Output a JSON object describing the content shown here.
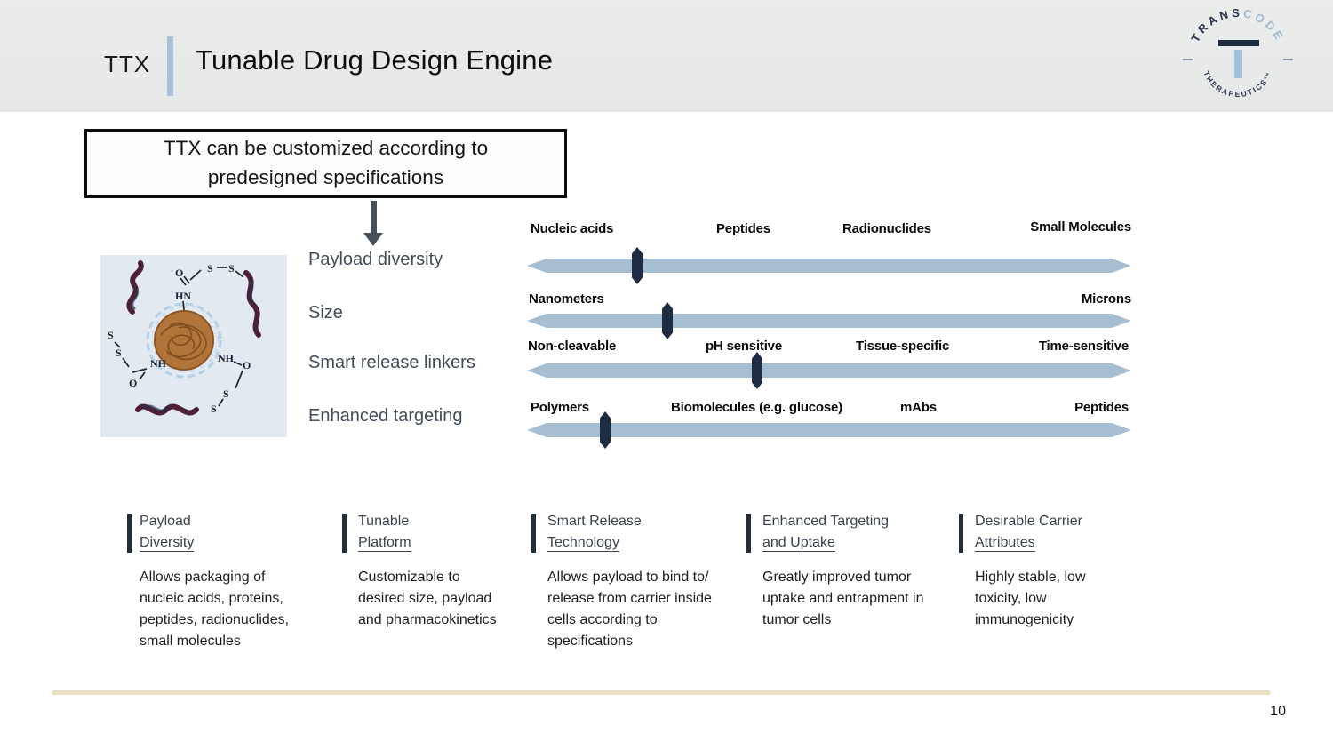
{
  "header": {
    "product_label": "TTX",
    "title": "Tunable Drug Design Engine"
  },
  "logo": {
    "name_part1": "TRANS",
    "name_part2": "CODE",
    "name_bottom": "THERAPEUTICS™"
  },
  "callout": {
    "text": "TTX can be customized according to predesigned specifications"
  },
  "attribute_labels": [
    "Payload diversity",
    "Size",
    "Smart release linkers",
    "Enhanced targeting"
  ],
  "sliders": [
    {
      "labels": [
        "Nucleic acids",
        "Peptides",
        "Radionuclides",
        "Small Molecules"
      ],
      "marker_percent": 18,
      "marker_style": "left:711px;top:278px"
    },
    {
      "labels": [
        "Nanometers",
        "Microns"
      ],
      "marker_percent": 23,
      "marker_style": "left:745px;top:340px"
    },
    {
      "labels": [
        "Non-cleavable",
        "pH sensitive",
        "Tissue-specific",
        "Time-sensitive"
      ],
      "marker_percent": 38,
      "marker_style": "left:846px;top:396px"
    },
    {
      "labels": [
        "Polymers",
        "Biomolecules (e.g. glucose)",
        "mAbs",
        "Peptides"
      ],
      "marker_percent": 13,
      "marker_style": "left:675px;top:463px"
    }
  ],
  "benefit_columns": [
    {
      "heading_line1": "Payload",
      "heading_line2": "Diversity",
      "body": "Allows packaging of nucleic acids, proteins, peptides, radionuclides, small molecules"
    },
    {
      "heading_line1": "Tunable",
      "heading_line2": "Platform",
      "body": "Customizable to desired size, payload and pharmacokinetics"
    },
    {
      "heading_line1": "Smart Release",
      "heading_line2": "Technology",
      "body": "Allows payload to bind to/ release from carrier inside cells according to specifications"
    },
    {
      "heading_line1": "Enhanced Targeting",
      "heading_line2": "and Uptake",
      "body": "Greatly improved tumor uptake and entrapment in tumor cells"
    },
    {
      "heading_line1": "Desirable Carrier",
      "heading_line2": "Attributes",
      "body": "Highly stable, low toxicity, low immunogenicity"
    }
  ],
  "molecule": {
    "labels": [
      "O",
      "S",
      "S",
      "HN",
      "S",
      "S",
      "NH",
      "O",
      "NH",
      "O",
      "S",
      "S"
    ]
  },
  "footer": {
    "page_number": "10"
  },
  "colors": {
    "slider_bar": "#a6bed2",
    "slider_marker": "#1e2c44",
    "accent_navy": "#232f3e",
    "accent_light_blue": "#a8c0d5",
    "bottom_rule": "#ebdfc5"
  }
}
